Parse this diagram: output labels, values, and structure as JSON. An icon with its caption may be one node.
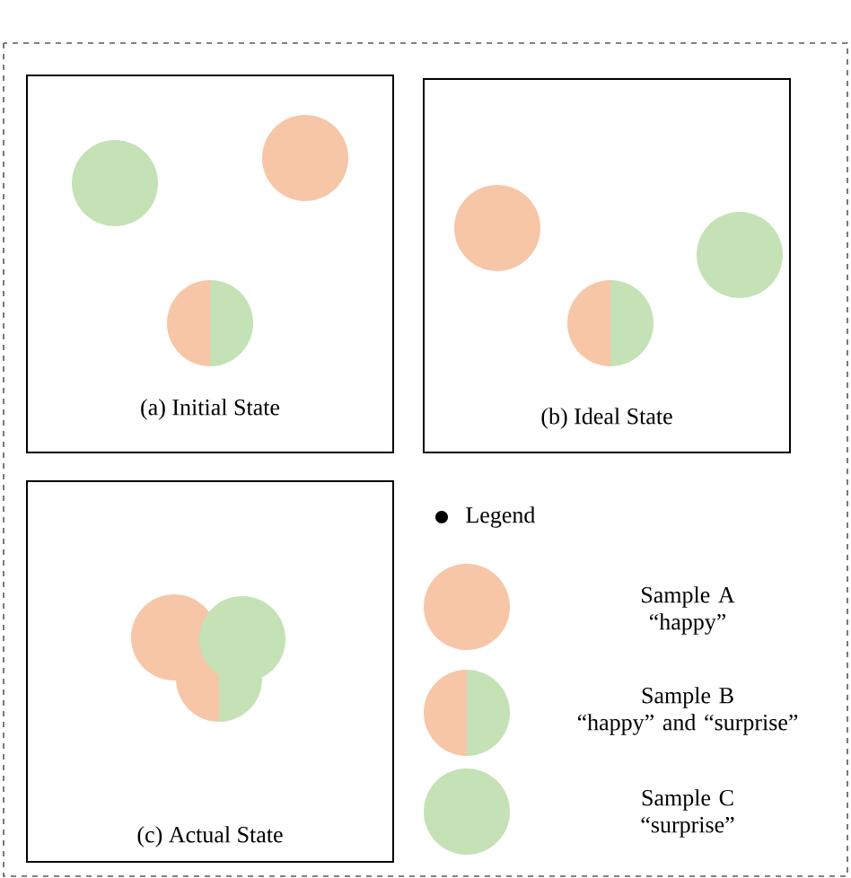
{
  "diagram": {
    "nodes": [
      {
        "text": [
          "(a) Initial State"
        ]
      },
      {
        "text": [
          "(b) Ideal State"
        ]
      },
      {
        "text": [
          "(c) Actual State"
        ]
      }
    ],
    "labels": [
      "Legend"
    ],
    "legend": [
      {
        "text": "Sample A “happy”",
        "color": "#f7c6a7"
      },
      {
        "text": "Sample B “happy” and “surprise”"
      },
      {
        "text": "Sample C “surprise”",
        "color": "#c4e2b5"
      }
    ]
  }
}
